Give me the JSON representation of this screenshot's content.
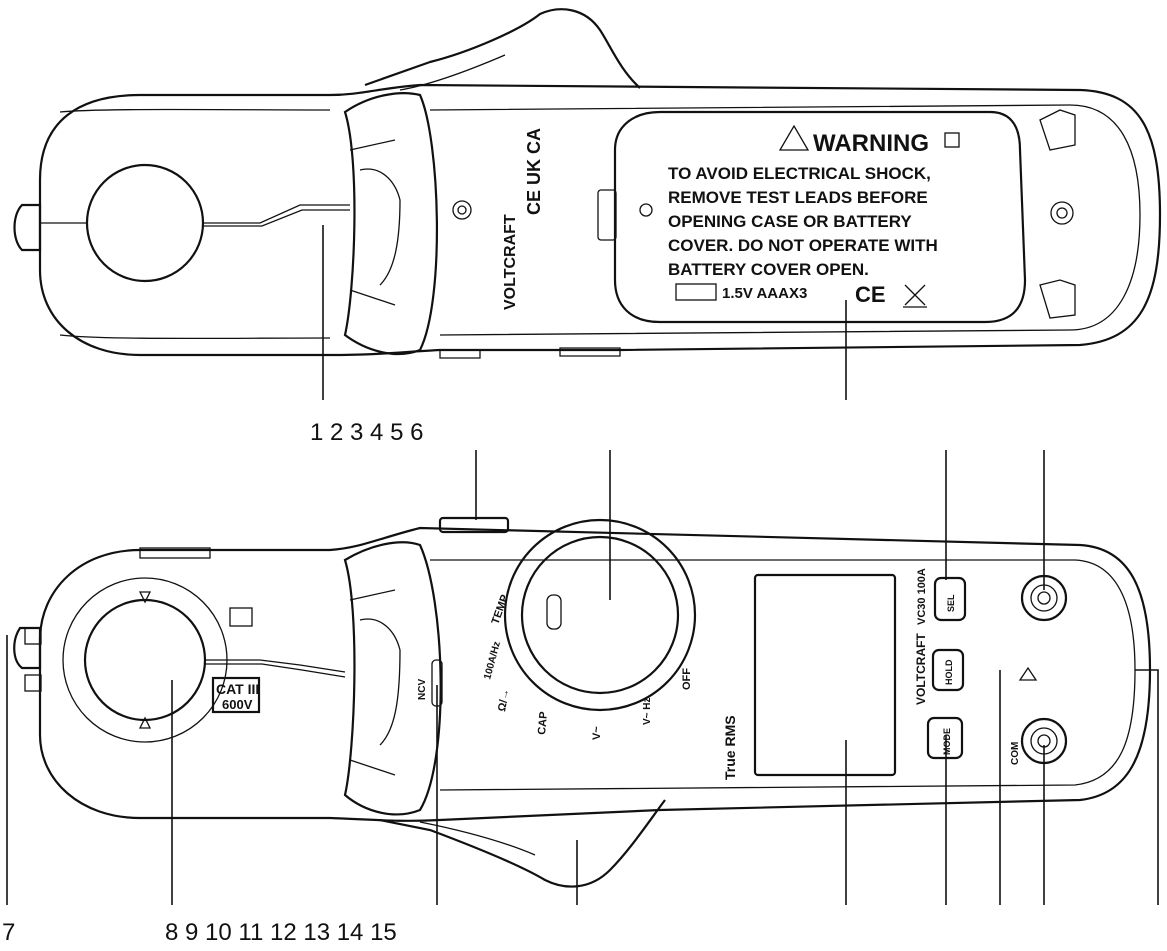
{
  "warning": {
    "title": "WARNING",
    "lines": [
      "TO AVOID ELECTRICAL SHOCK,",
      "REMOVE TEST LEADS BEFORE",
      "OPENING CASE OR BATTERY",
      "COVER. DO NOT OPERATE WITH",
      "BATTERY COVER OPEN."
    ],
    "battery": "1.5V AAAX3",
    "ce": "CE"
  },
  "back_marks": {
    "brand": "VOLTCRAFT",
    "ce_uk": "CE UK CA"
  },
  "front": {
    "brand": "VOLTCRAFT",
    "model": "VC30 100A",
    "true_rms": "True RMS",
    "cat": "CAT III",
    "cat_volt": "600V",
    "ncv": "NCV",
    "com": "COM",
    "dial": {
      "temp": "TEMP",
      "hz": "100A/Hz",
      "ohm": "Ω/→",
      "cap": "CAP",
      "v": "V~",
      "off": "OFF",
      "vac": "V~ Hz"
    },
    "buttons": {
      "mode": "MODE",
      "hold": "HOLD",
      "sel": "SEL"
    }
  },
  "callouts": {
    "top_row": "1 2 3 4 5 6",
    "bottom_left": "7",
    "bottom_row": "8 9 10 11 12 13 14 15"
  }
}
